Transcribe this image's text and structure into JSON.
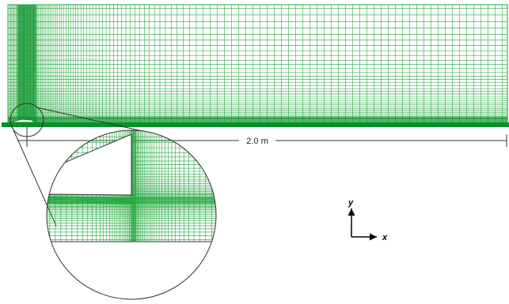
{
  "dimension": {
    "label": "2.0 m"
  },
  "axes": {
    "y_label": "y",
    "x_label": "x"
  },
  "colors": {
    "mesh": "#1fa63a",
    "mesh_dense": "#0a8f2a",
    "outline": "#333333",
    "axis": "#000000"
  }
}
